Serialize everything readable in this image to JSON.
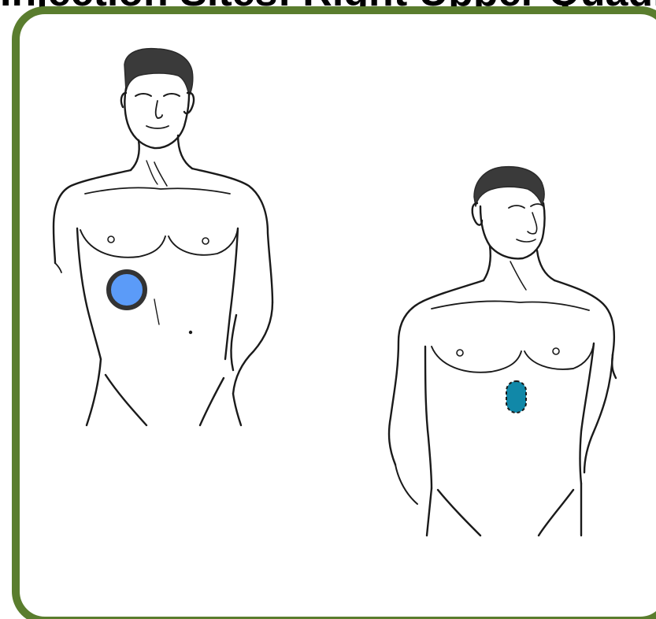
{
  "header": {
    "title": "Injection Sites: Right Upper Quadrant"
  },
  "colors": {
    "frame_border": "#5a7d2e",
    "figure_ink": "#1a1a1a",
    "front_marker_fill": "#5b9bf8",
    "front_marker_stroke": "#333333",
    "side_marker_fill": "#1188a8",
    "side_marker_stroke": "#1a1a1a"
  },
  "figures": [
    {
      "name": "front-view-torso",
      "marker": "blue-circle-marker"
    },
    {
      "name": "angled-view-torso",
      "marker": "teal-oval-marker"
    }
  ]
}
